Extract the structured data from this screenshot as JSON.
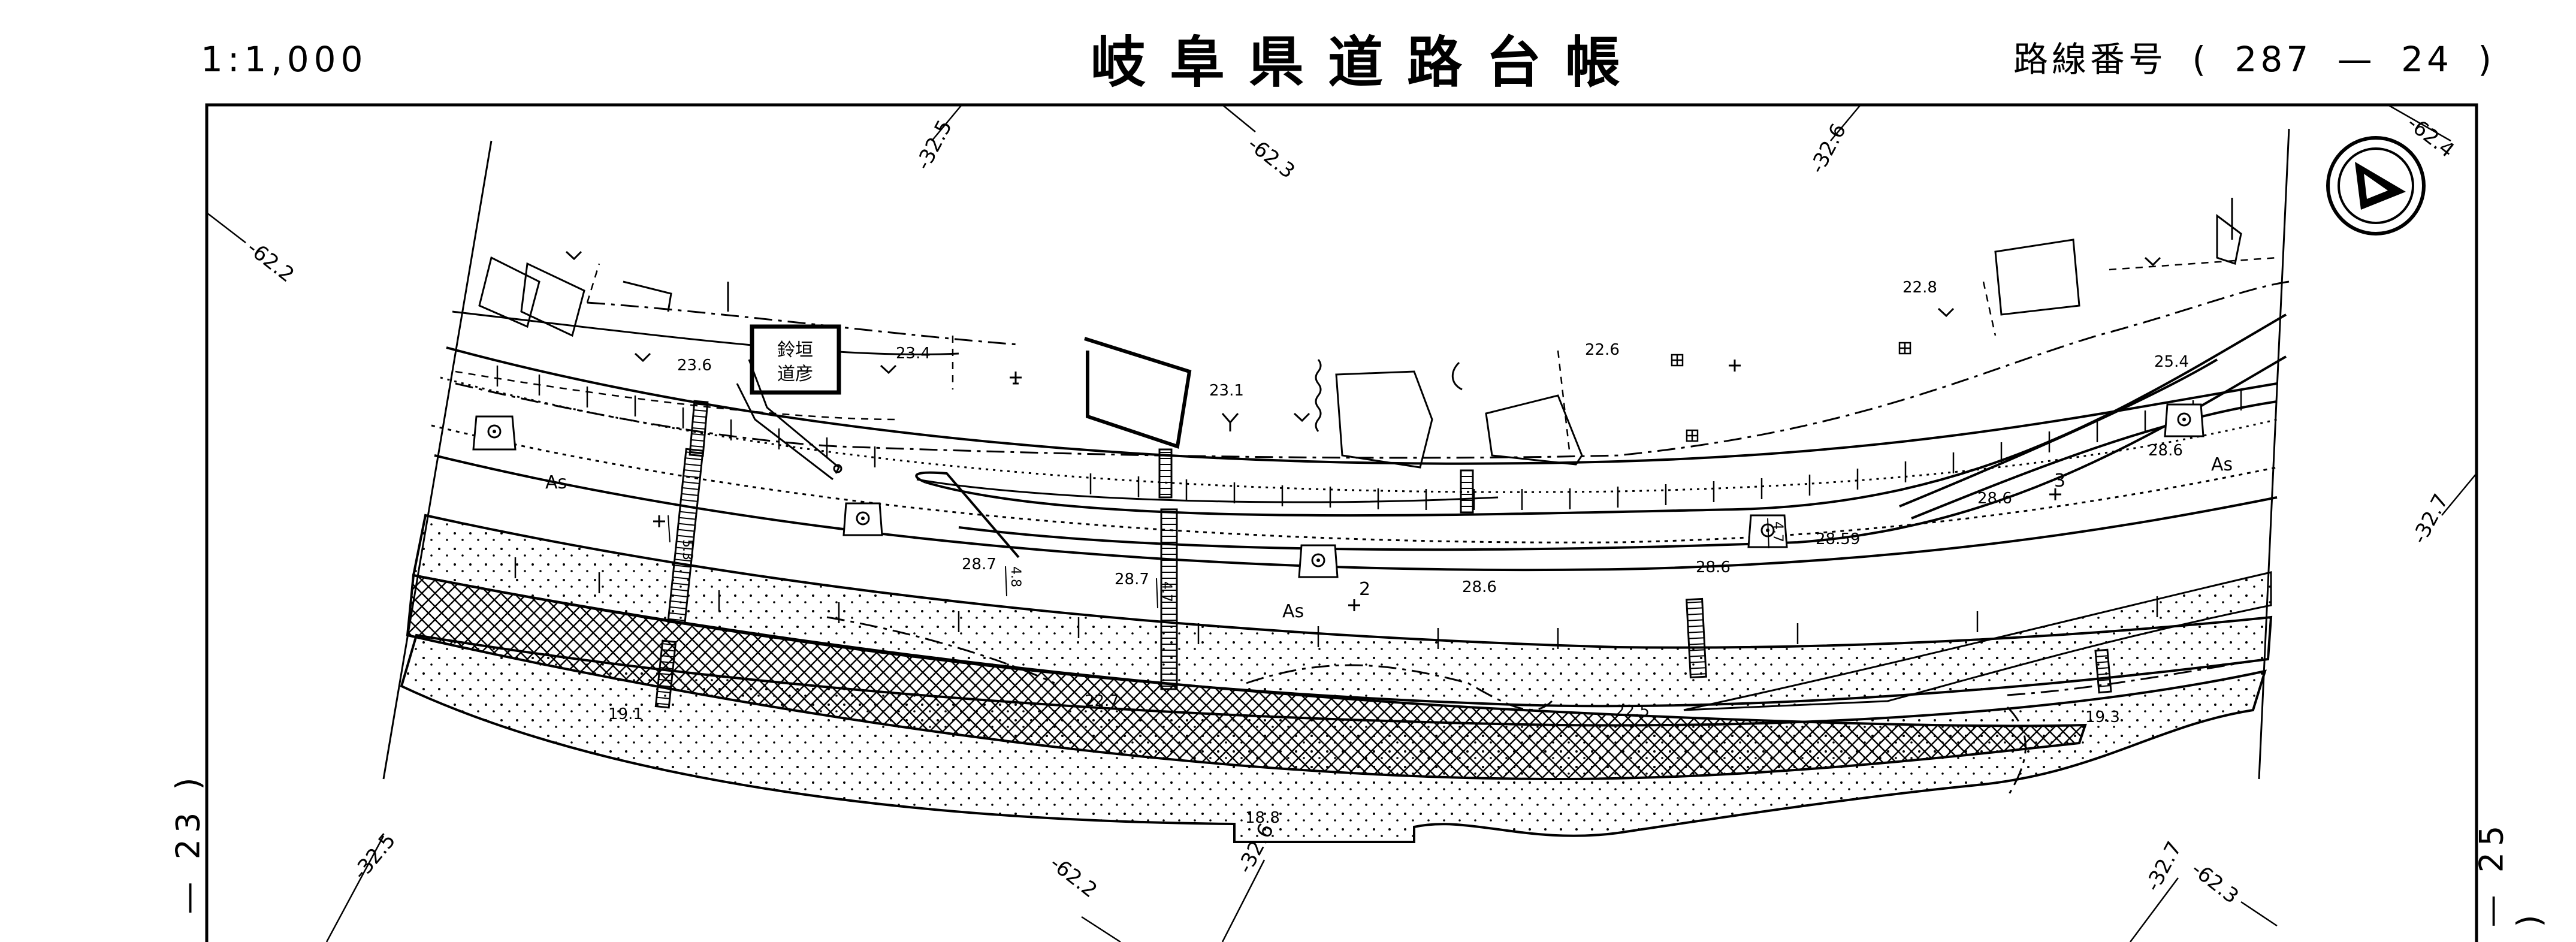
{
  "header": {
    "scale": "1:1,000",
    "title": "岐阜県道路台帳",
    "route_label": "路線番号",
    "route_open": "(",
    "route_number": "287",
    "route_dash": "—",
    "route_section": "24",
    "route_close": ")"
  },
  "side_labels": {
    "left": "— 23 )",
    "right": "— 25 )"
  },
  "grid_labels": {
    "top": [
      "-32.5",
      "-62.3",
      "-32.6",
      "-62.4"
    ],
    "left": [
      "-62.2"
    ],
    "right": [
      "-32.7"
    ],
    "bottom": [
      "-32.5",
      "-62.2",
      "-32.6",
      "-32.7",
      "-62.3"
    ]
  },
  "landmark": {
    "line1": "鈴垣",
    "line2": "道彦"
  },
  "elevations": {
    "e1": "23.6",
    "e2": "23.4",
    "e3": "23.1",
    "e4": "22.6",
    "e5": "22.8",
    "e6": "25.4",
    "e7": "28.6",
    "e8": "28.6",
    "e9": "28.59",
    "e10": "28.6",
    "e11": "28.6",
    "e12": "28.7",
    "e13": "28.7",
    "e14": "22.7",
    "e15": "22.5",
    "e16": "19.3",
    "e17": "19.1",
    "e18": "18.8"
  },
  "road_labels": {
    "as1": "As",
    "as2": "As",
    "as3": "As",
    "km2": "2",
    "km3": "3"
  },
  "widths": {
    "w1": "5.3",
    "w2": "4.8",
    "w3": "4.7",
    "w4": "4.7"
  },
  "map_symbols": {
    "north_arrow": "north-arrow-icon",
    "manhole": "manhole-icon",
    "tree": "tree-icon",
    "field": "field-icon",
    "benchmark": "benchmark-icon"
  }
}
